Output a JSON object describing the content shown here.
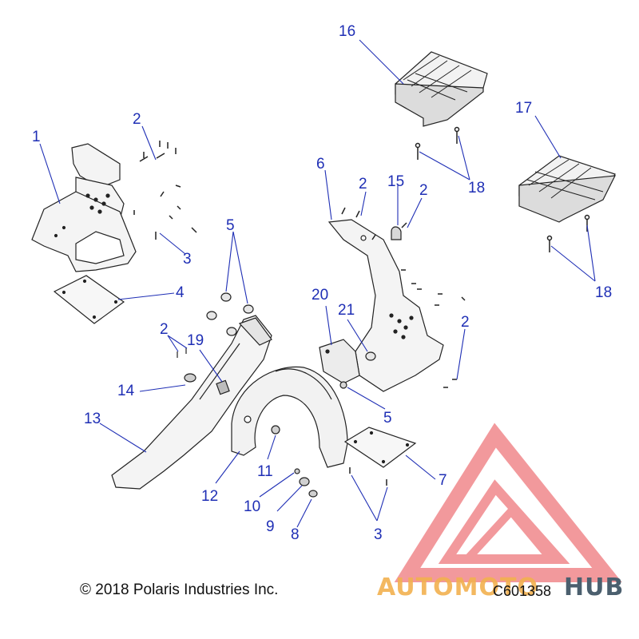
{
  "copyright": "© 2018 Polaris Industries Inc.",
  "figure_code": "C601358",
  "watermark": {
    "text_part1": "AUTOMOTO",
    "text_part2": "HUB",
    "color_primary": "#e8474c",
    "color_text1": "#f2b14f",
    "color_text2": "#4b5f6e"
  },
  "line_color": "#1f2fb5",
  "callouts": [
    {
      "id": "c1",
      "text": "1"
    },
    {
      "id": "c2a",
      "text": "2"
    },
    {
      "id": "c2b",
      "text": "2"
    },
    {
      "id": "c2c",
      "text": "2"
    },
    {
      "id": "c2d",
      "text": "2"
    },
    {
      "id": "c2e",
      "text": "2"
    },
    {
      "id": "c3a",
      "text": "3"
    },
    {
      "id": "c3b",
      "text": "3"
    },
    {
      "id": "c4",
      "text": "4"
    },
    {
      "id": "c5a",
      "text": "5"
    },
    {
      "id": "c5b",
      "text": "5"
    },
    {
      "id": "c6",
      "text": "6"
    },
    {
      "id": "c7",
      "text": "7"
    },
    {
      "id": "c8",
      "text": "8"
    },
    {
      "id": "c9",
      "text": "9"
    },
    {
      "id": "c10",
      "text": "10"
    },
    {
      "id": "c11",
      "text": "11"
    },
    {
      "id": "c12",
      "text": "12"
    },
    {
      "id": "c13",
      "text": "13"
    },
    {
      "id": "c14",
      "text": "14"
    },
    {
      "id": "c15",
      "text": "15"
    },
    {
      "id": "c16",
      "text": "16"
    },
    {
      "id": "c17",
      "text": "17"
    },
    {
      "id": "c18a",
      "text": "18"
    },
    {
      "id": "c18b",
      "text": "18"
    },
    {
      "id": "c19",
      "text": "19"
    },
    {
      "id": "c20",
      "text": "20"
    },
    {
      "id": "c21",
      "text": "21"
    }
  ]
}
